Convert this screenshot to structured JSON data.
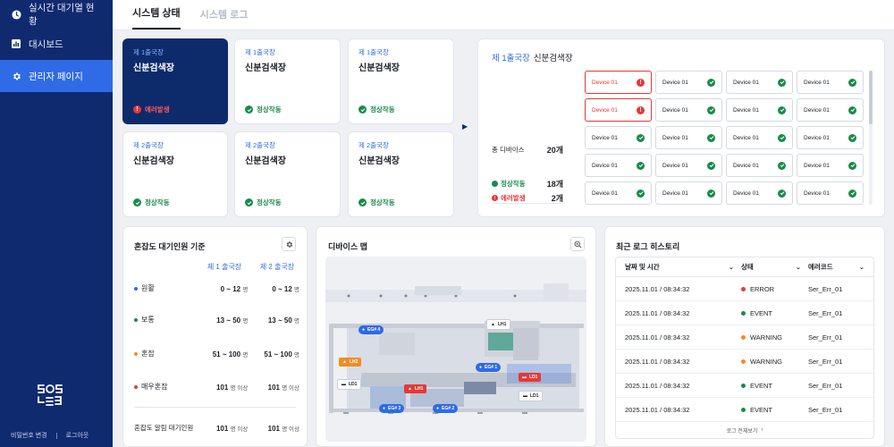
{
  "sidebar": {
    "items": [
      {
        "label": "실시간 대기열 현황",
        "icon": "clock-icon"
      },
      {
        "label": "대시보드",
        "icon": "chart-icon"
      },
      {
        "label": "관리자 페이지",
        "icon": "gear-icon"
      }
    ],
    "active_index": 2,
    "logo_text": "SOS LAB",
    "footer": {
      "change_password": "비밀번호 변경",
      "logout": "로그아웃"
    }
  },
  "tabs": [
    {
      "label": "시스템 상태",
      "active": true
    },
    {
      "label": "시스템 로그",
      "active": false
    }
  ],
  "lines": [
    {
      "line": "제 1출국장",
      "name": "신분검색장",
      "status": "에러발생",
      "error": true
    },
    {
      "line": "제 1출국장",
      "name": "신분검색장",
      "status": "정상작동",
      "error": false
    },
    {
      "line": "제 1출국장",
      "name": "신분검색장",
      "status": "정상작동",
      "error": false
    },
    {
      "line": "제 2출국장",
      "name": "신분검색장",
      "status": "정상작동",
      "error": false
    },
    {
      "line": "제 2출국장",
      "name": "신분검색장",
      "status": "정상작동",
      "error": false
    },
    {
      "line": "제 2출국장",
      "name": "신분검색장",
      "status": "정상작동",
      "error": false
    }
  ],
  "detail": {
    "line": "제 1출국장",
    "name": "신분검색장",
    "total_label": "총 디바이스",
    "total_value": "20개",
    "ok_label": "정상작동",
    "ok_value": "18개",
    "err_label": "에러발생",
    "err_value": "2개",
    "devices": [
      {
        "name": "Device 01",
        "error": true
      },
      {
        "name": "Device 01",
        "error": false
      },
      {
        "name": "Device 01",
        "error": false
      },
      {
        "name": "Device 01",
        "error": false
      },
      {
        "name": "Device 01",
        "error": true
      },
      {
        "name": "Device 01",
        "error": false
      },
      {
        "name": "Device 01",
        "error": false
      },
      {
        "name": "Device 01",
        "error": false
      },
      {
        "name": "Device 01",
        "error": false
      },
      {
        "name": "Device 01",
        "error": false
      },
      {
        "name": "Device 01",
        "error": false
      },
      {
        "name": "Device 01",
        "error": false
      },
      {
        "name": "Device 01",
        "error": false
      },
      {
        "name": "Device 01",
        "error": false
      },
      {
        "name": "Device 01",
        "error": false
      },
      {
        "name": "Device 01",
        "error": false
      },
      {
        "name": "Device 01",
        "error": false
      },
      {
        "name": "Device 01",
        "error": false
      },
      {
        "name": "Device 01",
        "error": false
      },
      {
        "name": "Device 01",
        "error": false
      }
    ]
  },
  "congestion": {
    "title": "혼잡도 대기인원 기준",
    "col1": "제 1 출국장",
    "col2": "제 2 출국장",
    "rows": [
      {
        "label": "원활",
        "color": "#2f6be6",
        "v1": "0 ~ 12",
        "v2": "0 ~ 12",
        "unit": "명"
      },
      {
        "label": "보통",
        "color": "#1a8a4c",
        "v1": "13 ~ 50",
        "v2": "13 ~ 50",
        "unit": "명"
      },
      {
        "label": "혼잡",
        "color": "#f28c28",
        "v1": "51 ~ 100",
        "v2": "51 ~ 100",
        "unit": "명"
      },
      {
        "label": "매우혼잡",
        "color": "#e53935",
        "v1": "101",
        "v2": "101",
        "unit": "명 이상"
      }
    ],
    "alert": {
      "label": "혼잡도 알림 대기인원",
      "v1": "101",
      "v2": "101",
      "unit": "명 이상"
    }
  },
  "device_map": {
    "title": "디바이스 맵",
    "tags": {
      "eg4": "EG# 4",
      "lh1": "LH1",
      "lh2": "LH2",
      "eg1": "EG# 1",
      "ld1_left": "LD1",
      "lh1_red": "LH1",
      "ld1_red": "LD1",
      "ld1_right": "LD1",
      "eg3": "EG# 3",
      "eg2": "EG# 2"
    }
  },
  "log": {
    "title": "최근 로그 히스토리",
    "headers": {
      "time": "날짜 및 시간",
      "status": "상태",
      "code": "에러코드"
    },
    "rows": [
      {
        "date": "2025.11.01",
        "time": "08:34:32",
        "status": "ERROR",
        "color": "#e53935",
        "code": "Ser_Err_01"
      },
      {
        "date": "2025.11.01",
        "time": "08:34:32",
        "status": "EVENT",
        "color": "#1a8a4c",
        "code": "Ser_Err_01"
      },
      {
        "date": "2025.11.01",
        "time": "08:34:32",
        "status": "WARNING",
        "color": "#f28c28",
        "code": "Ser_Err_01"
      },
      {
        "date": "2025.11.01",
        "time": "08:34:32",
        "status": "WARNING",
        "color": "#f28c28",
        "code": "Ser_Err_01"
      },
      {
        "date": "2025.11.01",
        "time": "08:34:32",
        "status": "EVENT",
        "color": "#1a8a4c",
        "code": "Ser_Err_01"
      },
      {
        "date": "2025.11.01",
        "time": "08:34:32",
        "status": "EVENT",
        "color": "#1a8a4c",
        "code": "Ser_Err_01"
      }
    ],
    "view_all": "로그 전체보기"
  }
}
